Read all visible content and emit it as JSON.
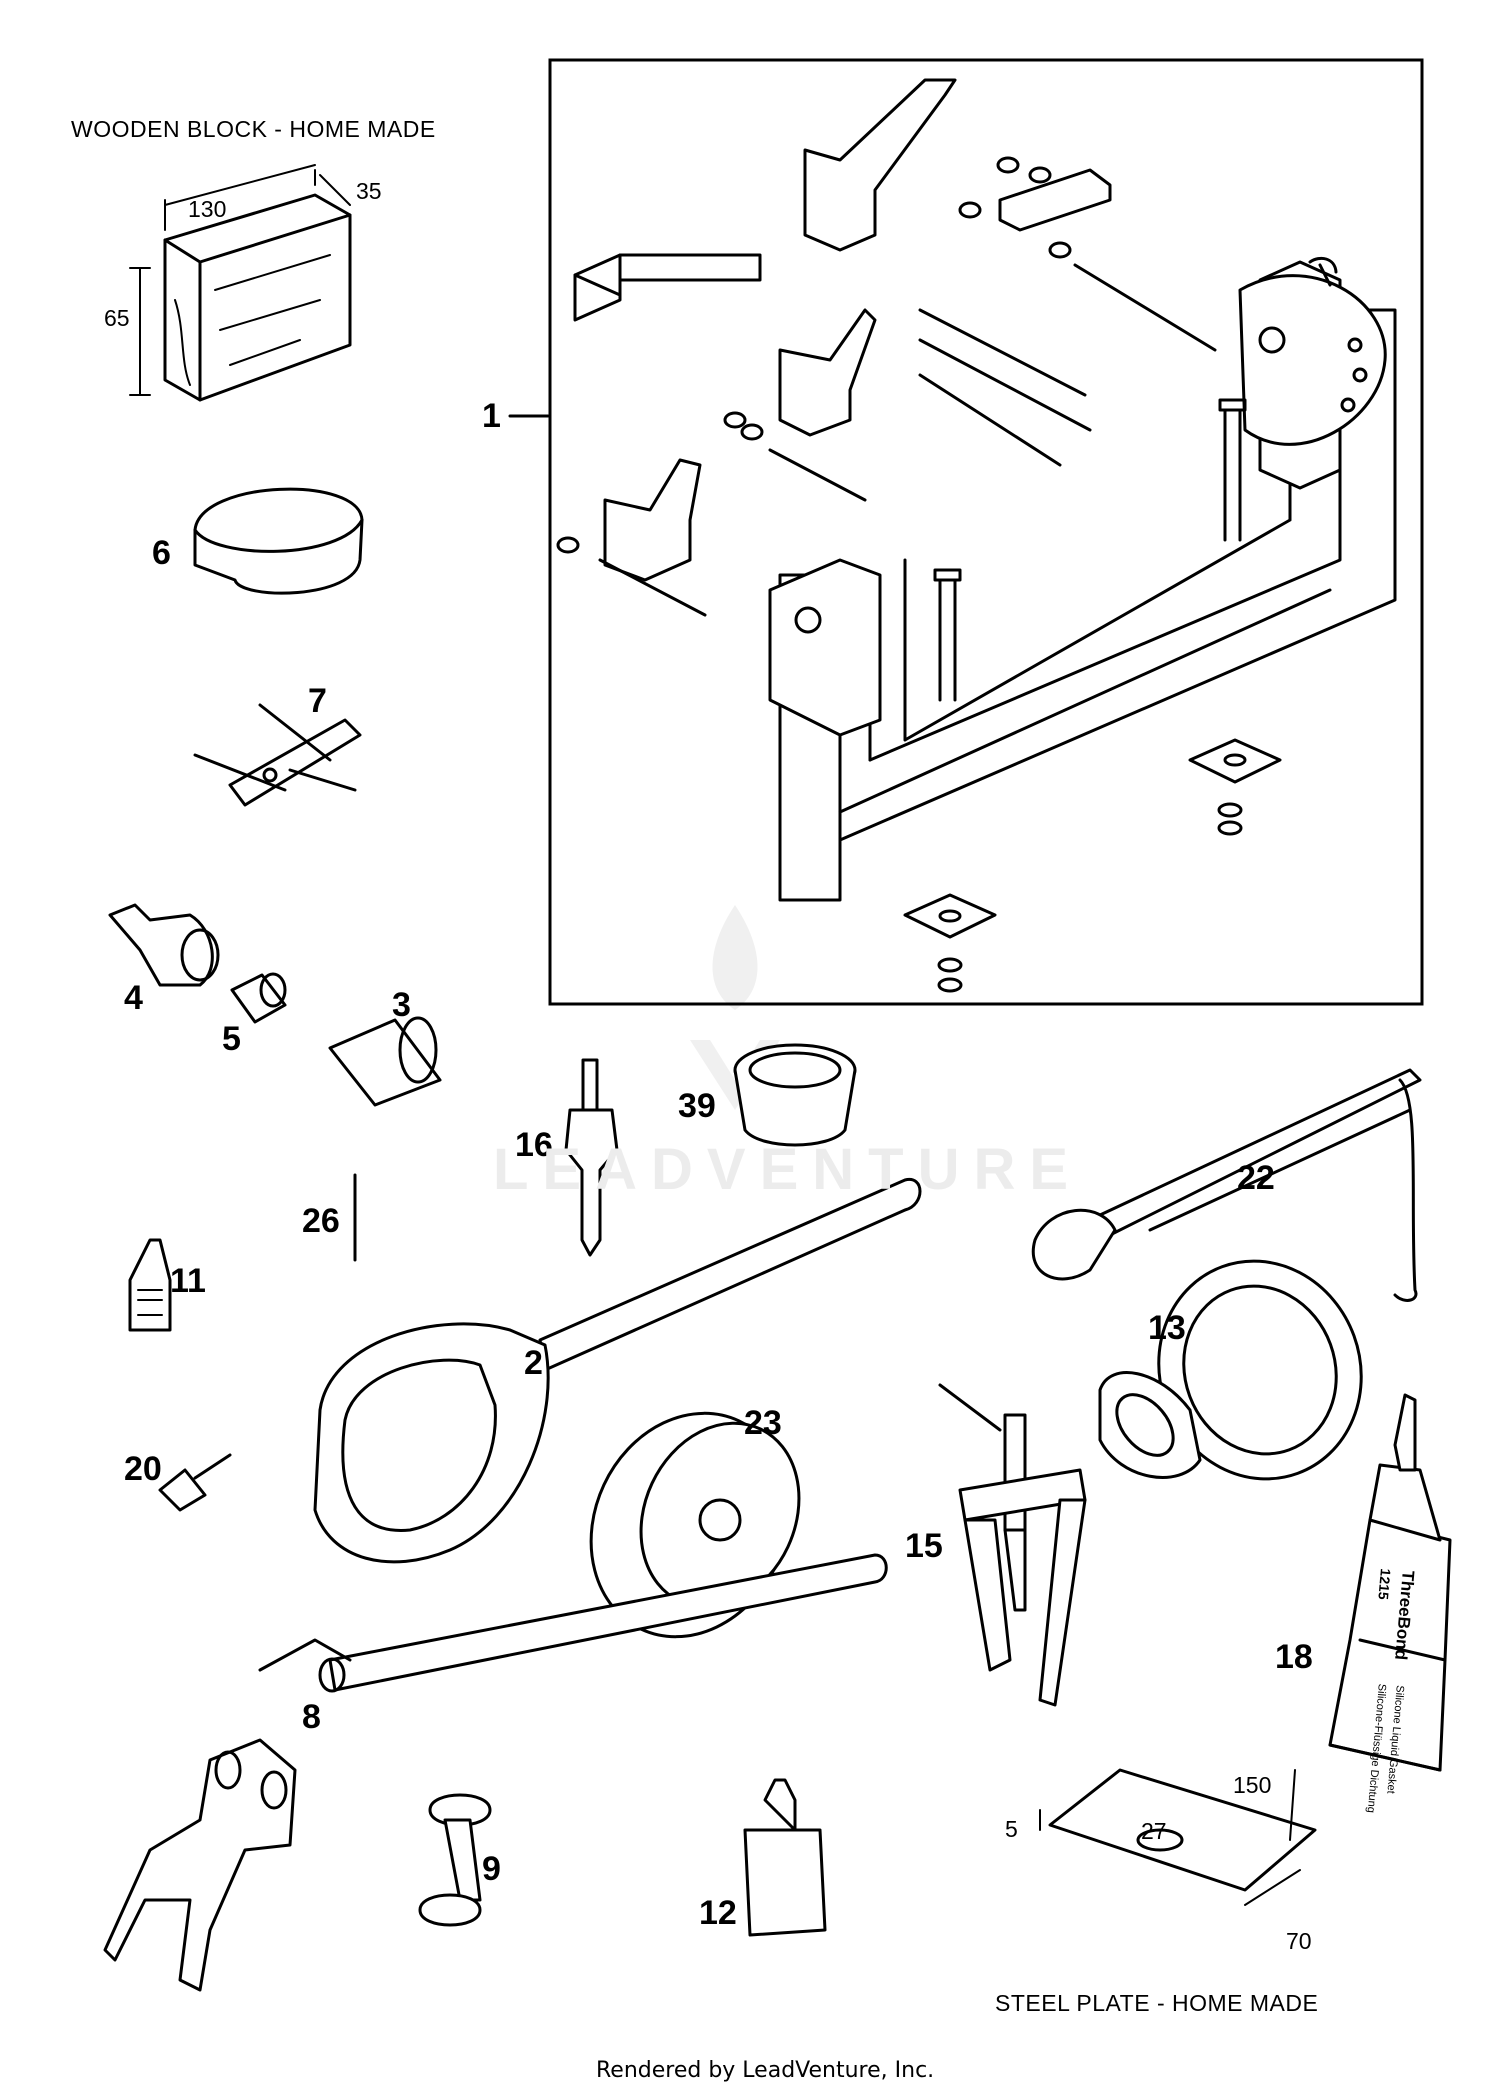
{
  "captions": {
    "wooden_block": "WOODEN BLOCK - HOME MADE",
    "steel_plate": "STEEL PLATE - HOME MADE"
  },
  "dimensions": {
    "block_length": "130",
    "block_depth": "35",
    "block_height": "65",
    "plate_thickness": "5",
    "plate_hole": "27",
    "plate_length": "150",
    "plate_width": "70"
  },
  "labels": {
    "p1": "1",
    "p2": "2",
    "p3": "3",
    "p4": "4",
    "p5": "5",
    "p6": "6",
    "p7": "7",
    "p8": "8",
    "p9": "9",
    "p11": "11",
    "p12": "12",
    "p13": "13",
    "p15": "15",
    "p16": "16",
    "p18": "18",
    "p20": "20",
    "p22": "22",
    "p23": "23",
    "p26": "26",
    "p39": "39"
  },
  "tube_text": {
    "brand": "ThreeBond",
    "code": "1215",
    "line1": "Silicone Liquid Gasket",
    "line2": "Silicone-Flüssige Dichtung"
  },
  "watermark": "LEADVENTURE",
  "footer": "Rendered by LeadVenture, Inc."
}
